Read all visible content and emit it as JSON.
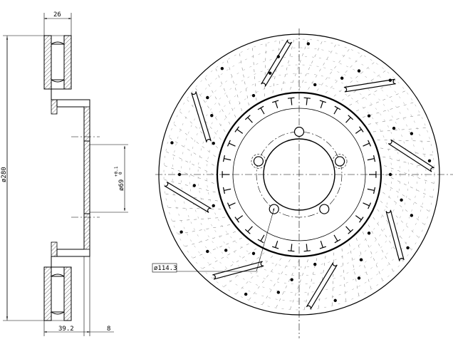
{
  "dimensions": {
    "width_top": "26",
    "diameter_outer": "ø280",
    "diameter_center": "ø69",
    "diameter_center_tol_upper": "+0.1",
    "diameter_center_tol_lower": "0",
    "bolt_circle": "ø114.3",
    "height_total": "39.2",
    "hat_offset": "8"
  }
}
